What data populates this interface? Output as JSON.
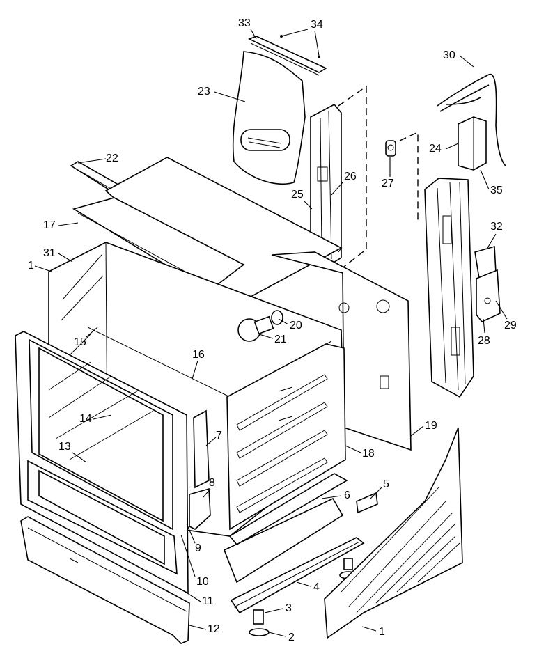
{
  "labels": [
    "1",
    "2",
    "3",
    "4",
    "5",
    "6",
    "7",
    "8",
    "9",
    "10",
    "11",
    "12",
    "13",
    "14",
    "15",
    "16",
    "17",
    "18",
    "19",
    "20",
    "21",
    "22",
    "23",
    "24",
    "25",
    "26",
    "27",
    "28",
    "29",
    "30",
    "31",
    "32",
    "33",
    "34",
    "35"
  ],
  "callouts": [
    {
      "id": "33",
      "text": "33"
    },
    {
      "id": "34",
      "text": "34"
    },
    {
      "id": "30",
      "text": "30"
    },
    {
      "id": "23",
      "text": "23"
    },
    {
      "id": "26",
      "text": "26"
    },
    {
      "id": "24",
      "text": "24"
    },
    {
      "id": "22",
      "text": "22"
    },
    {
      "id": "27",
      "text": "27"
    },
    {
      "id": "35",
      "text": "35"
    },
    {
      "id": "25",
      "text": "25"
    },
    {
      "id": "17",
      "text": "17"
    },
    {
      "id": "32",
      "text": "32"
    },
    {
      "id": "31",
      "text": "31"
    },
    {
      "id": "1a",
      "text": "1"
    },
    {
      "id": "20",
      "text": "20"
    },
    {
      "id": "21",
      "text": "21"
    },
    {
      "id": "28",
      "text": "28"
    },
    {
      "id": "29",
      "text": "29"
    },
    {
      "id": "15",
      "text": "15"
    },
    {
      "id": "16",
      "text": "16"
    },
    {
      "id": "19",
      "text": "19"
    },
    {
      "id": "14",
      "text": "14"
    },
    {
      "id": "7",
      "text": "7"
    },
    {
      "id": "18",
      "text": "18"
    },
    {
      "id": "13",
      "text": "13"
    },
    {
      "id": "8",
      "text": "8"
    },
    {
      "id": "5",
      "text": "5"
    },
    {
      "id": "6",
      "text": "6"
    },
    {
      "id": "9",
      "text": "9"
    },
    {
      "id": "10",
      "text": "10"
    },
    {
      "id": "4",
      "text": "4"
    },
    {
      "id": "11",
      "text": "11"
    },
    {
      "id": "3",
      "text": "3"
    },
    {
      "id": "12",
      "text": "12"
    },
    {
      "id": "2",
      "text": "2"
    },
    {
      "id": "1b",
      "text": "1"
    }
  ]
}
